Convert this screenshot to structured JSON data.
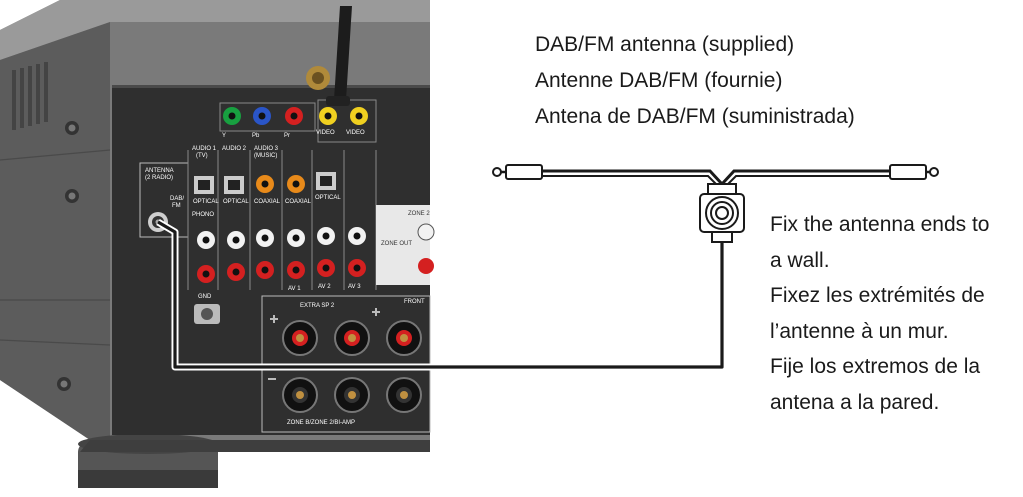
{
  "supplied_caption": {
    "en": "DAB/FM antenna (supplied)",
    "fr": "Antenne DAB/FM (fournie)",
    "es": "Antena de DAB/FM (suministrada)"
  },
  "fix_caption": {
    "en_line1": "Fix the antenna ends to",
    "en_line2": "a wall.",
    "fr_line1": "Fixez les extrémités de",
    "fr_line2": "l’antenne à un mur.",
    "es_line1": "Fije los extremos de la",
    "es_line2": "antena a la pared."
  },
  "panel_labels": {
    "antenna": "ANTENNA",
    "antenna_sub": "(2 RADIO)",
    "dab_fm": "DAB/",
    "dab_fm2": "FM",
    "audio1": "AUDIO 1",
    "audio1_sub": "(TV)",
    "audio2": "AUDIO 2",
    "audio3": "AUDIO 3",
    "audio3_sub": "(MUSIC)",
    "phono": "PHONO",
    "gnd": "GND",
    "optical": "OPTICAL",
    "coaxial": "COAXIAL",
    "y": "Y",
    "pb": "Pb",
    "pr": "Pr",
    "video": "VIDEO",
    "av1": "AV 1",
    "av2": "AV 2",
    "av3": "AV 3",
    "zone_out": "ZONE OUT",
    "zone2": "ZONE 2",
    "extra_sp": "EXTRA SP 2",
    "front": "FRONT",
    "zone_amp": "ZONE B/ZONE 2/BI-AMP"
  },
  "colors": {
    "chassis": "#6e6e6e",
    "panel": "#2e2e2e",
    "cable": "#1a1a1a",
    "jack_white": "#f2f2f2",
    "jack_red": "#d42020",
    "jack_green": "#18a040",
    "jack_blue": "#2a55c8",
    "jack_orange": "#e88a1a",
    "jack_yellow": "#f0d020"
  }
}
